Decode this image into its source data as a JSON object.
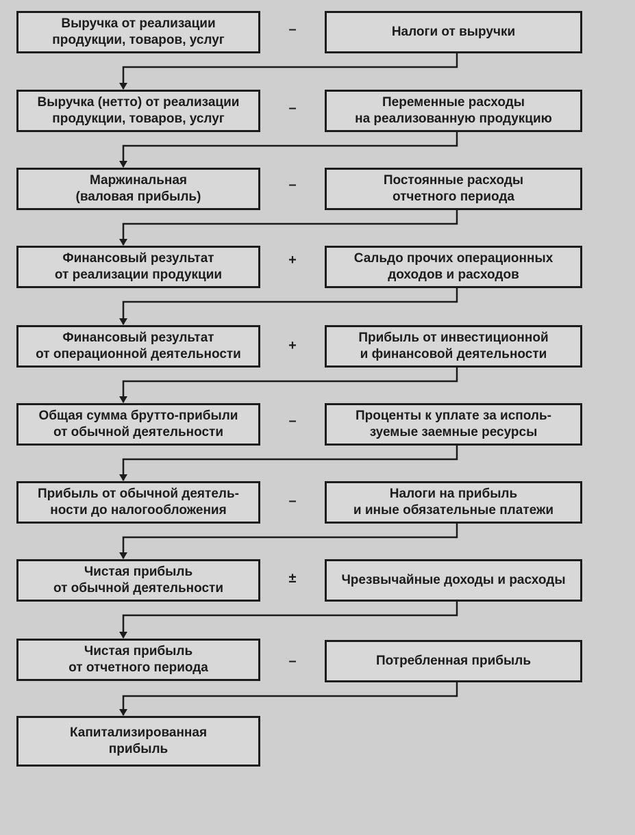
{
  "diagram": {
    "rows": [
      {
        "left": "Выручка от реализации\nпродукции, товаров, услуг",
        "op": "–",
        "right": "Налоги от выручки"
      },
      {
        "left": "Выручка (нетто) от реализации\nпродукции, товаров, услуг",
        "op": "–",
        "right": "Переменные расходы\nна реализованную продукцию"
      },
      {
        "left": "Маржинальная\n(валовая прибыль)",
        "op": "–",
        "right": "Постоянные расходы\nотчетного периода"
      },
      {
        "left": "Финансовый результат\nот реализации продукции",
        "op": "+",
        "right": "Сальдо прочих операционных\nдоходов и расходов"
      },
      {
        "left": "Финансовый результат\nот операционной деятельности",
        "op": "+",
        "right": "Прибыль от инвестиционной\nи финансовой деятельности"
      },
      {
        "left": "Общая сумма брутто-прибыли\nот обычной деятельности",
        "op": "–",
        "right": "Проценты к уплате за исполь-\nзуемые  заемные ресурсы"
      },
      {
        "left": "Прибыль от обычной деятель-\nности до налогообложения",
        "op": "–",
        "right": "Налоги на прибыль\nи иные обязательные платежи"
      },
      {
        "left": "Чистая прибыль\nот обычной деятельности",
        "op": "±",
        "right": "Чрезвычайные доходы и расходы"
      },
      {
        "left": "Чистая прибыль\nот отчетного периода",
        "op": "–",
        "right": "Потребленная прибыль"
      }
    ],
    "final": "Капитализированная\nприбыль"
  },
  "colors": {
    "ink": "#1c1c1c",
    "paper": "#d8d8d8",
    "background": "#cfcfcf"
  }
}
